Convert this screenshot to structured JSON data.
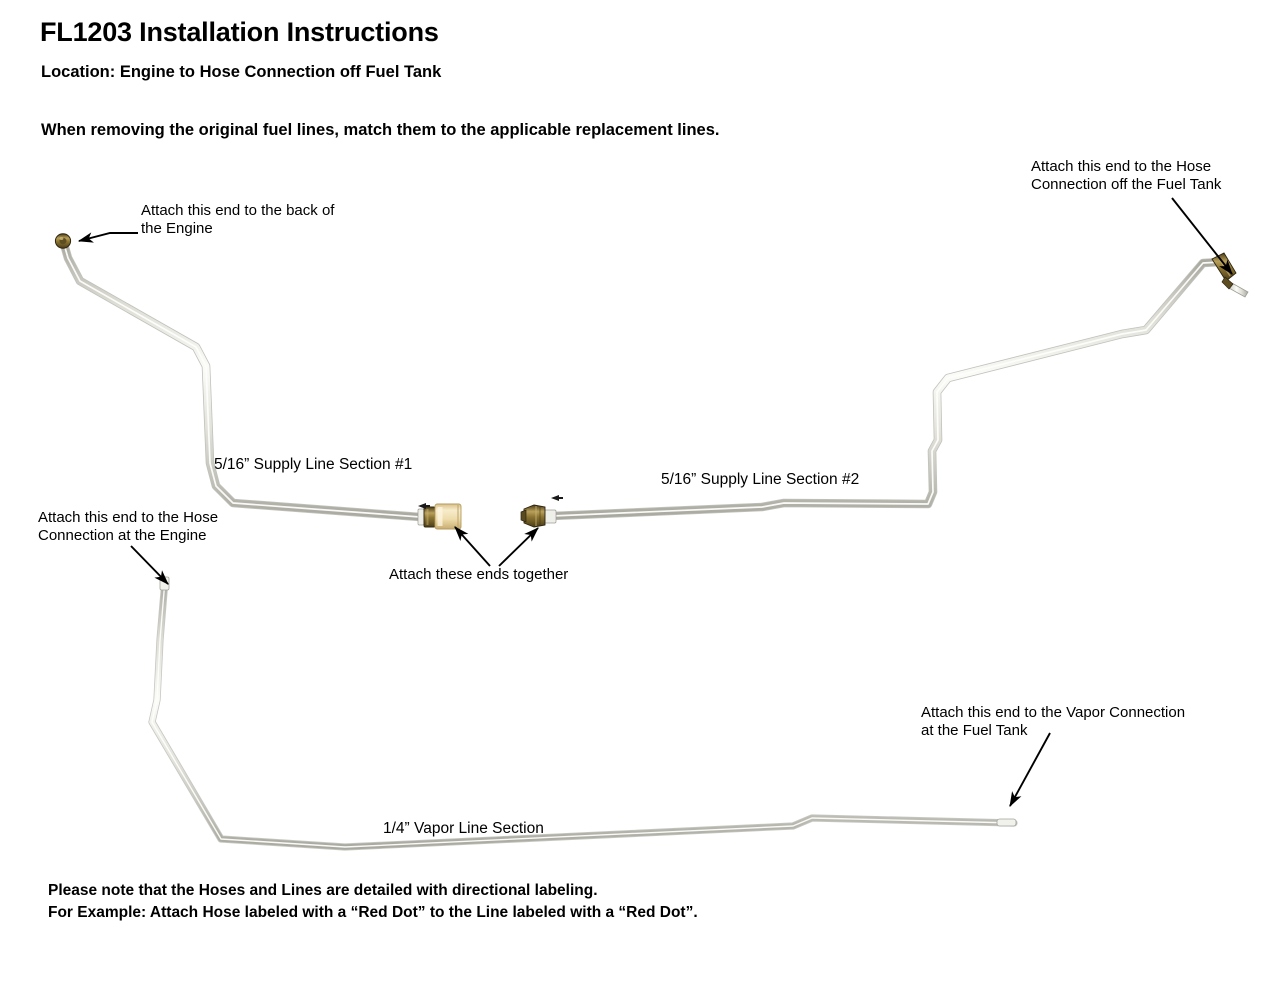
{
  "document": {
    "title": "FL1203 Installation Instructions",
    "location": "Location: Engine to Hose Connection off Fuel Tank",
    "intro": "When removing the original fuel lines, match them to the applicable replacement lines."
  },
  "annotations": {
    "engine_back": "Attach this end to the back of\nthe Engine",
    "hose_connection_fuel_tank": "Attach this end to the Hose\nConnection off the Fuel Tank",
    "hose_connection_engine": "Attach this end to the Hose\nConnection at the Engine",
    "ends_together": "Attach these ends together",
    "vapor_connection_fuel_tank": "Attach this end to the Vapor Connection\nat the Fuel Tank"
  },
  "line_labels": {
    "supply_section_1": "5/16” Supply Line Section #1",
    "supply_section_2": "5/16” Supply Line Section #2",
    "vapor_section": "1/4” Vapor Line Section"
  },
  "footer": {
    "line1": "Please note that the Hoses and Lines are detailed with directional labeling.",
    "line2": "For Example: Attach Hose labeled with a “Red Dot” to the Line labeled with a “Red Dot”."
  },
  "colors": {
    "background": "#ffffff",
    "text": "#000000",
    "tubing_light": "#f2f2ee",
    "tubing_mid": "#d8d8d0",
    "tubing_shadow": "#a9a9a0",
    "brass_fitting": "#6d5a28",
    "brass_highlight": "#b59a4e",
    "cream_sleeve": "#f0dcae",
    "arrow": "#000000"
  },
  "parts": {
    "supply_line_section_1": {
      "name": "5/16” Supply Line Section #1",
      "end_a": "Engine (back)",
      "end_b": "Coupling (center)"
    },
    "supply_line_section_2": {
      "name": "5/16” Supply Line Section #2",
      "end_a": "Coupling (center)",
      "end_b": "Hose Connection off Fuel Tank"
    },
    "vapor_line_section": {
      "name": "1/4” Vapor Line Section",
      "end_a": "Hose Connection at the Engine",
      "end_b": "Vapor Connection at the Fuel Tank"
    }
  }
}
